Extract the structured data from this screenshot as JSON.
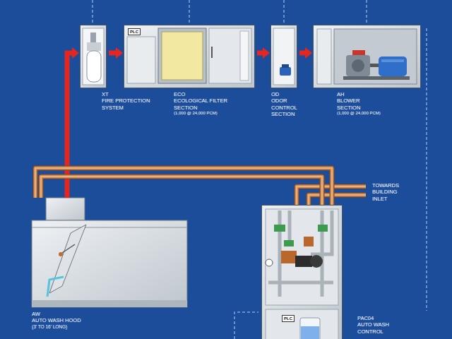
{
  "diagram": {
    "nodes": [
      {
        "text": [
          "XT",
          "FIRE PROTECTION SYSTEM"
        ]
      },
      {
        "text": [
          "ECO",
          "ECOLOGICAL FILTER SECTION",
          "(1,000 @ 24,000 PCM)"
        ]
      },
      {
        "text": [
          "PLC"
        ],
        "in": 1
      },
      {
        "text": [
          "OD",
          "ODOR CONTROL SECTION"
        ]
      },
      {
        "text": [
          "AH",
          "BLOWER SECTION",
          "(1,000 @ 24,000 PCM)"
        ]
      },
      {
        "text": [
          "AW",
          "AUTO WASH HOOD",
          "(3' TO 16' LONG)"
        ]
      },
      {
        "text": [
          "PAC04",
          "AUTO WASH CONTROL"
        ]
      },
      {
        "text": [
          "PLC"
        ],
        "in": 6
      }
    ],
    "edges": [
      {
        "from": 0,
        "to": 1,
        "arrow": "to"
      },
      {
        "from": 1,
        "to": 3,
        "arrow": "to"
      },
      {
        "from": 3,
        "to": 4,
        "arrow": "to"
      },
      {
        "from": 5,
        "to": 0,
        "arrow": "to"
      },
      {
        "from": 5,
        "to": 6,
        "arrow": "none"
      },
      {
        "from": 5,
        "to": 6,
        "arrow": "none"
      }
    ],
    "labels": [
      "TOWARDS BUILDING INLET"
    ]
  }
}
